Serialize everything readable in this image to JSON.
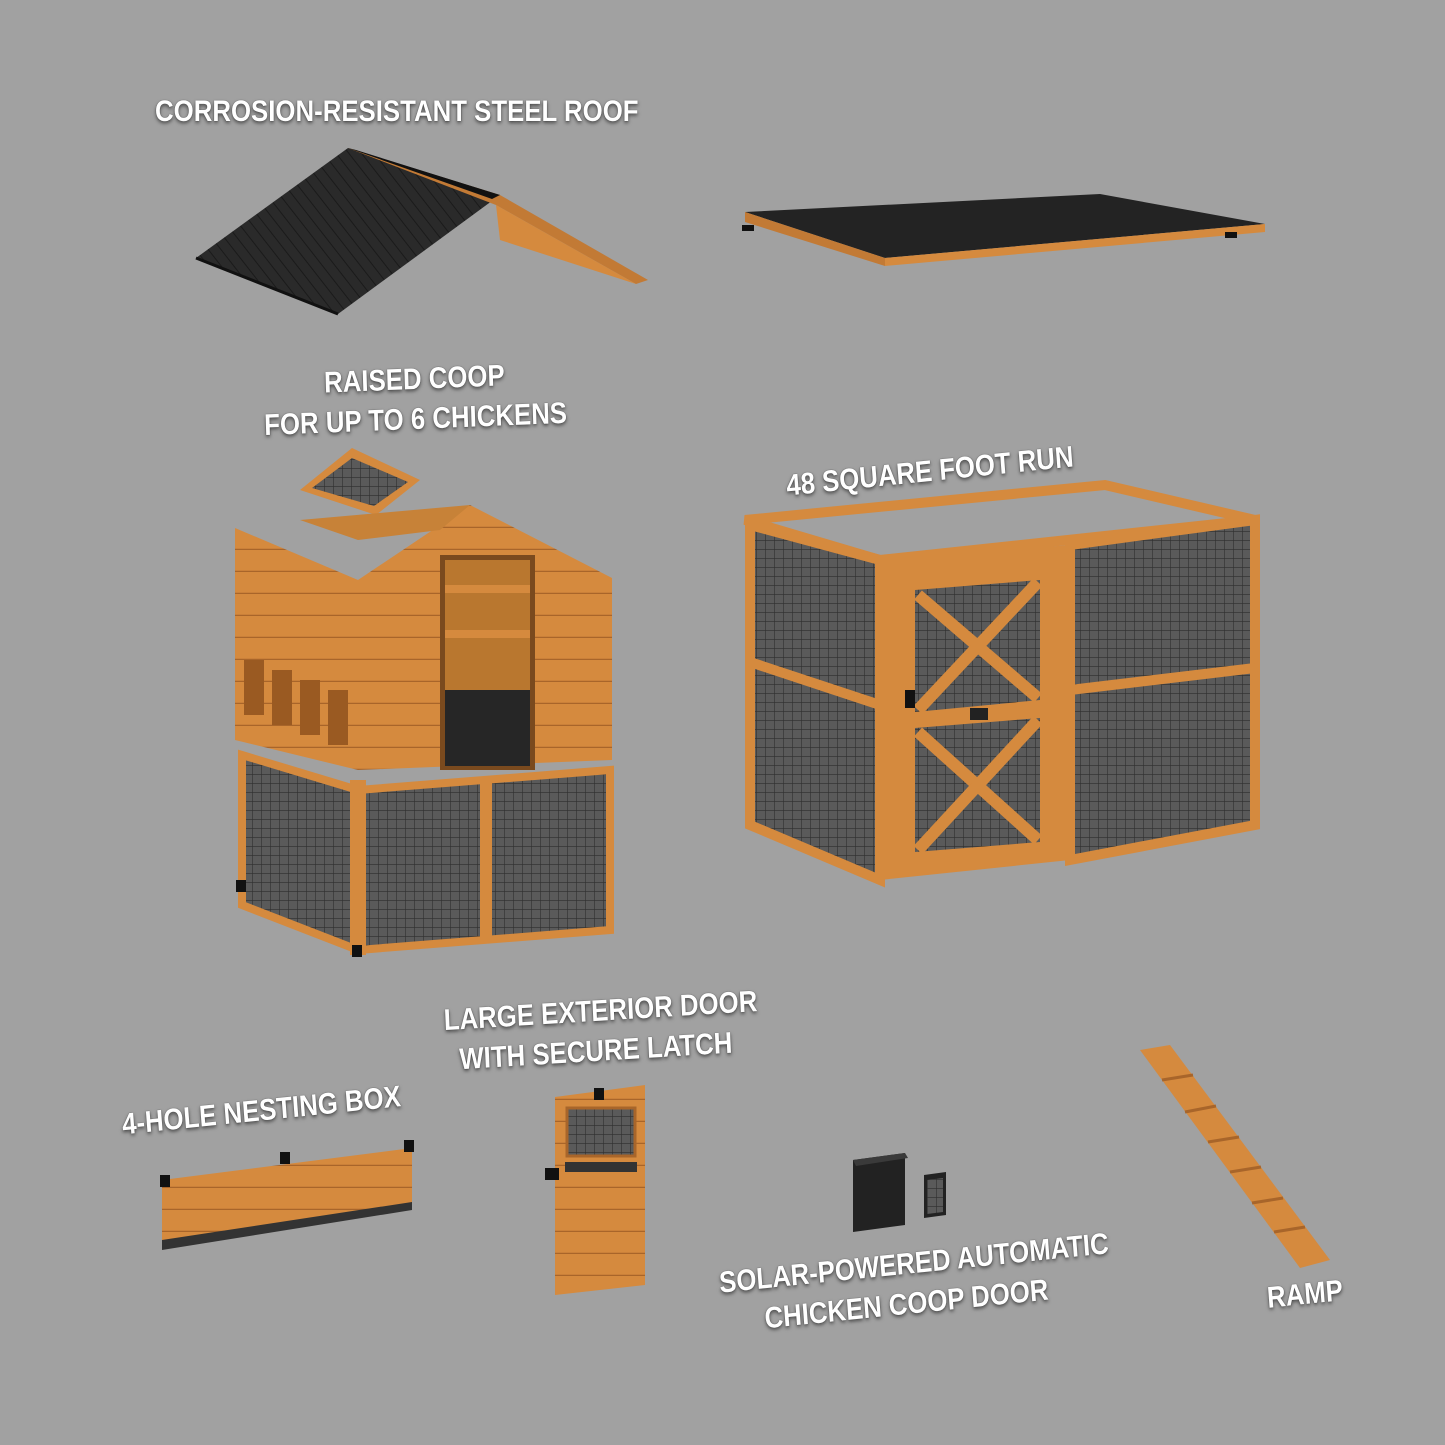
{
  "labels": {
    "steel_roof": "CORROSION-RESISTANT STEEL ROOF",
    "raised_coop_line1": "RAISED COOP",
    "raised_coop_line2": "FOR UP TO 6 CHICKENS",
    "run": "48 SQUARE FOOT RUN",
    "door_line1": "LARGE EXTERIOR DOOR",
    "door_line2": "WITH SECURE LATCH",
    "nesting_box": "4-HOLE NESTING BOX",
    "solar_door_line1": "SOLAR-POWERED AUTOMATIC",
    "solar_door_line2": "CHICKEN COOP DOOR",
    "ramp": "RAMP"
  },
  "colors": {
    "background": "#a1a1a1",
    "wood": "#d58a3e",
    "wood_dark": "#a8652a",
    "roof": "#232323",
    "mesh": "#4a4a4a",
    "label": "#ffffff"
  }
}
